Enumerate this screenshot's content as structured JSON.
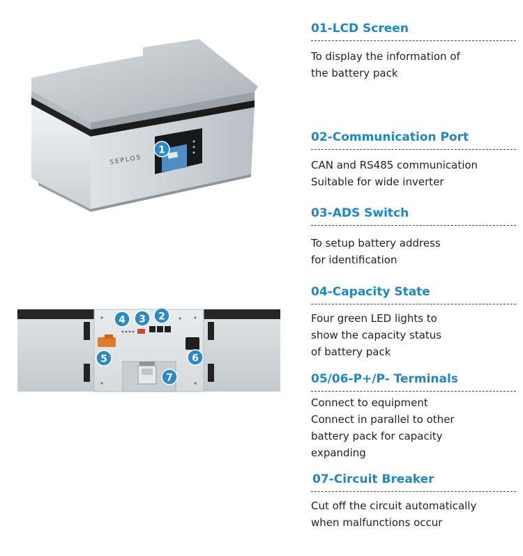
{
  "brand": "SEPLOS",
  "callouts": [
    "1",
    "2",
    "3",
    "4",
    "5",
    "6",
    "7"
  ],
  "features": [
    {
      "title": "01-LCD Screen",
      "lines": [
        "To display the information of",
        "the battery pack"
      ]
    },
    {
      "title": "02-Communication Port",
      "lines": [
        "CAN and RS485 communication",
        "Suitable for wide inverter"
      ]
    },
    {
      "title": "03-ADS Switch",
      "lines": [
        "To setup battery address",
        "for identification"
      ]
    },
    {
      "title": "04-Capacity State",
      "lines": [
        "Four green LED lights to",
        "show the capacity status",
        "of battery pack"
      ]
    },
    {
      "title": "05/06-P+/P- Terminals",
      "lines": [
        "Connect to equipment",
        "Connect in parallel to other",
        "battery pack for capacity",
        "expanding"
      ]
    },
    {
      "title": "07-Circuit Breaker",
      "lines": [
        "Cut off the circuit automatically",
        "when malfunctions occur"
      ]
    }
  ],
  "colors": {
    "accent": "#1e88c7",
    "callout": "#2b89c6",
    "terminal": "#e07b2a"
  }
}
